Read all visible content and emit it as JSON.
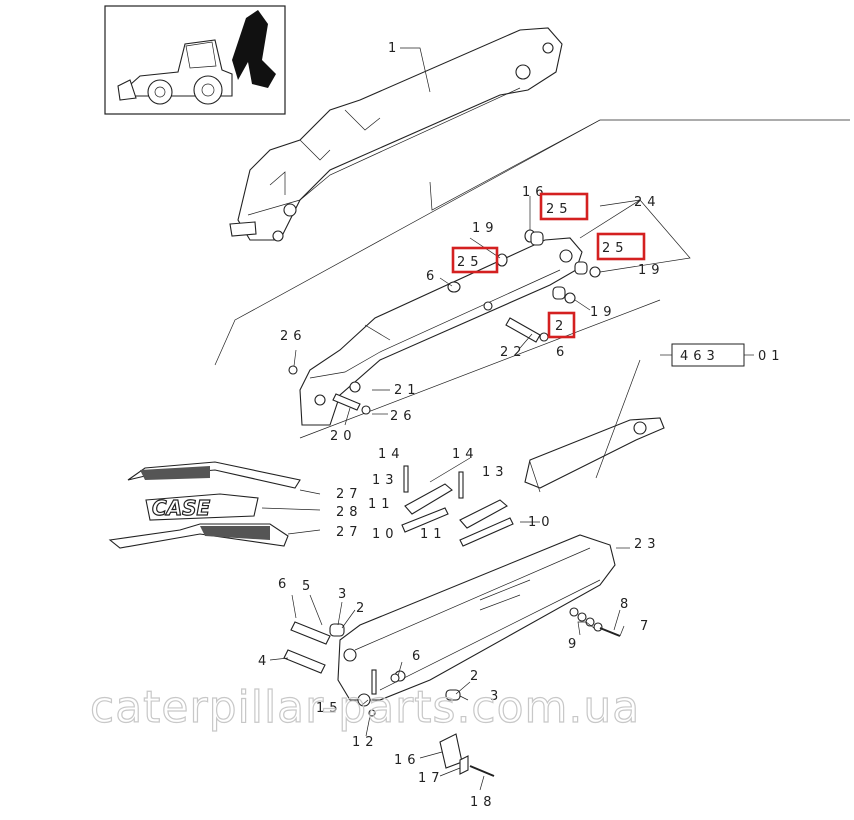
{
  "reference_code": {
    "prefix": "463",
    "suffix": "01"
  },
  "callouts": {
    "c1": "1",
    "c16a": "16",
    "c24": "24",
    "c19a": "19",
    "c19b": "19",
    "c19c": "19",
    "c25a": "25",
    "c25b": "25",
    "c25c": "25",
    "c2a": "2",
    "c6a": "6",
    "c6b": "6",
    "c22": "22",
    "c26a": "26",
    "c21": "21",
    "c26b": "26",
    "c20": "20",
    "c14a": "14",
    "c14b": "14",
    "c13a": "13",
    "c13b": "13",
    "c11a": "11",
    "c11b": "11",
    "c10a": "10",
    "c10b": "10",
    "c27a": "27",
    "c28": "28",
    "c27b": "27",
    "c23": "23",
    "c6c": "6",
    "c5": "5",
    "c3a": "3",
    "c2b": "2",
    "c4": "4",
    "c8": "8",
    "c7": "7",
    "c9": "9",
    "c6d": "6",
    "c2c": "2",
    "c3b": "3",
    "c15": "15",
    "c12": "12",
    "c16b": "16",
    "c17": "17",
    "c18": "18"
  },
  "decal_text": "CASE",
  "watermark": "caterpillar-parts.com.ua",
  "colors": {
    "line": "#222222",
    "highlight": "#d42020",
    "watermark": "#c8c8c8",
    "background": "#ffffff"
  }
}
